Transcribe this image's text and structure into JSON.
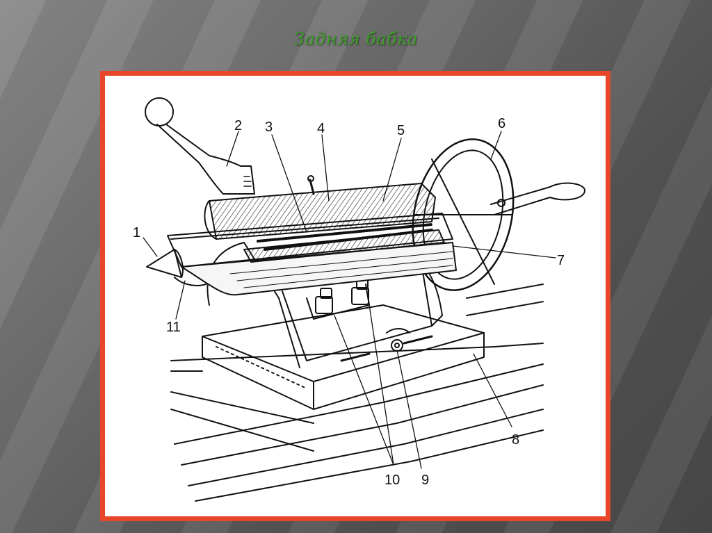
{
  "title": "Задняя бабка",
  "colors": {
    "title": "#3fa02a",
    "frame_border": "#e8452a",
    "ink": "#111111"
  },
  "callouts": [
    "1",
    "2",
    "3",
    "4",
    "5",
    "6",
    "7",
    "8",
    "9",
    "10",
    "11"
  ]
}
